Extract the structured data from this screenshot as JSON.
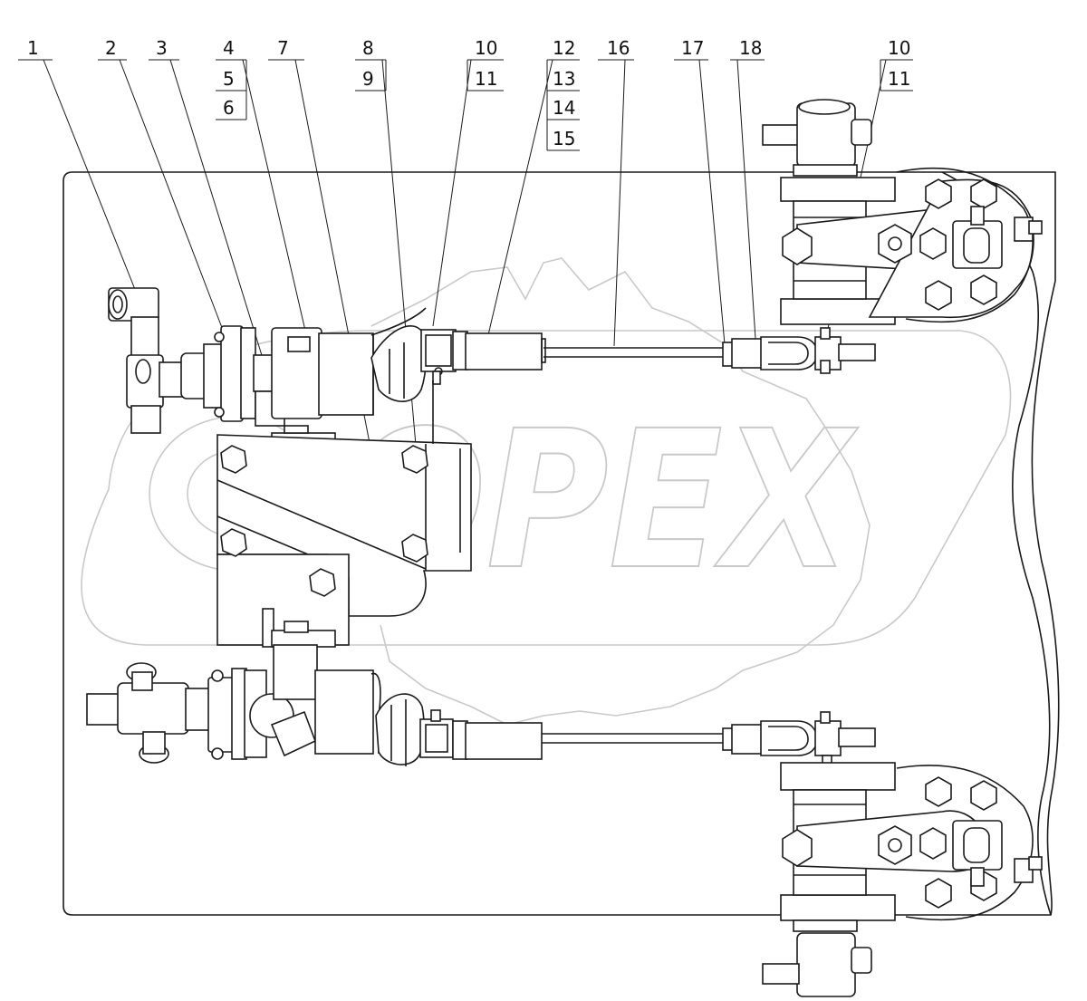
{
  "callouts": [
    {
      "id": "c1",
      "label": "1"
    },
    {
      "id": "c2",
      "label": "2"
    },
    {
      "id": "c3",
      "label": "3"
    },
    {
      "id": "c4",
      "label": "4"
    },
    {
      "id": "c5",
      "label": "5"
    },
    {
      "id": "c6",
      "label": "6"
    },
    {
      "id": "c7",
      "label": "7"
    },
    {
      "id": "c8",
      "label": "8"
    },
    {
      "id": "c9",
      "label": "9"
    },
    {
      "id": "c10",
      "label": "10"
    },
    {
      "id": "c11",
      "label": "11"
    },
    {
      "id": "c12",
      "label": "12"
    },
    {
      "id": "c13",
      "label": "13"
    },
    {
      "id": "c14",
      "label": "14"
    },
    {
      "id": "c15",
      "label": "15"
    },
    {
      "id": "c16",
      "label": "16"
    },
    {
      "id": "c17",
      "label": "17"
    },
    {
      "id": "c18",
      "label": "18"
    },
    {
      "id": "c10b",
      "label": "10"
    },
    {
      "id": "c11b",
      "label": "11"
    }
  ],
  "watermark": {
    "text": "OPEX",
    "color": "#c9c9c9"
  },
  "colors": {
    "line": "#1a1a1a",
    "background": "#ffffff"
  }
}
